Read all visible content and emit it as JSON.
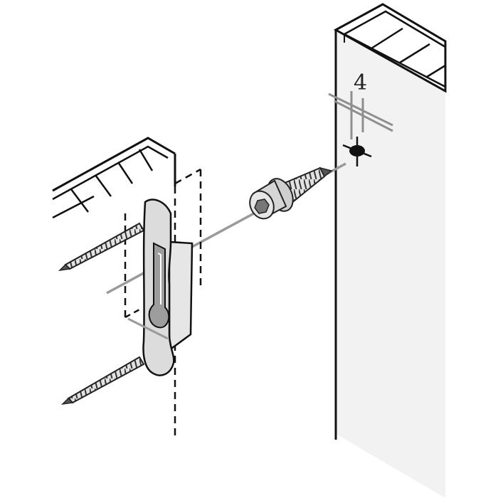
{
  "diagram": {
    "dimension_label": "4",
    "colors": {
      "line": "#111111",
      "panel_fill": "#f1f1f1",
      "edge_fill": "#ffffff",
      "axis_line": "#9a9a9a",
      "metal": "#d9d9d9",
      "metal_dark": "#8c8c8c"
    },
    "parts": [
      {
        "id": "cabinet-side-panel"
      },
      {
        "id": "drawer-front"
      },
      {
        "id": "hanging-bracket"
      },
      {
        "id": "wood-screw-upper"
      },
      {
        "id": "wood-screw-lower"
      },
      {
        "id": "hex-head-screw"
      },
      {
        "id": "drill-mark"
      }
    ]
  }
}
